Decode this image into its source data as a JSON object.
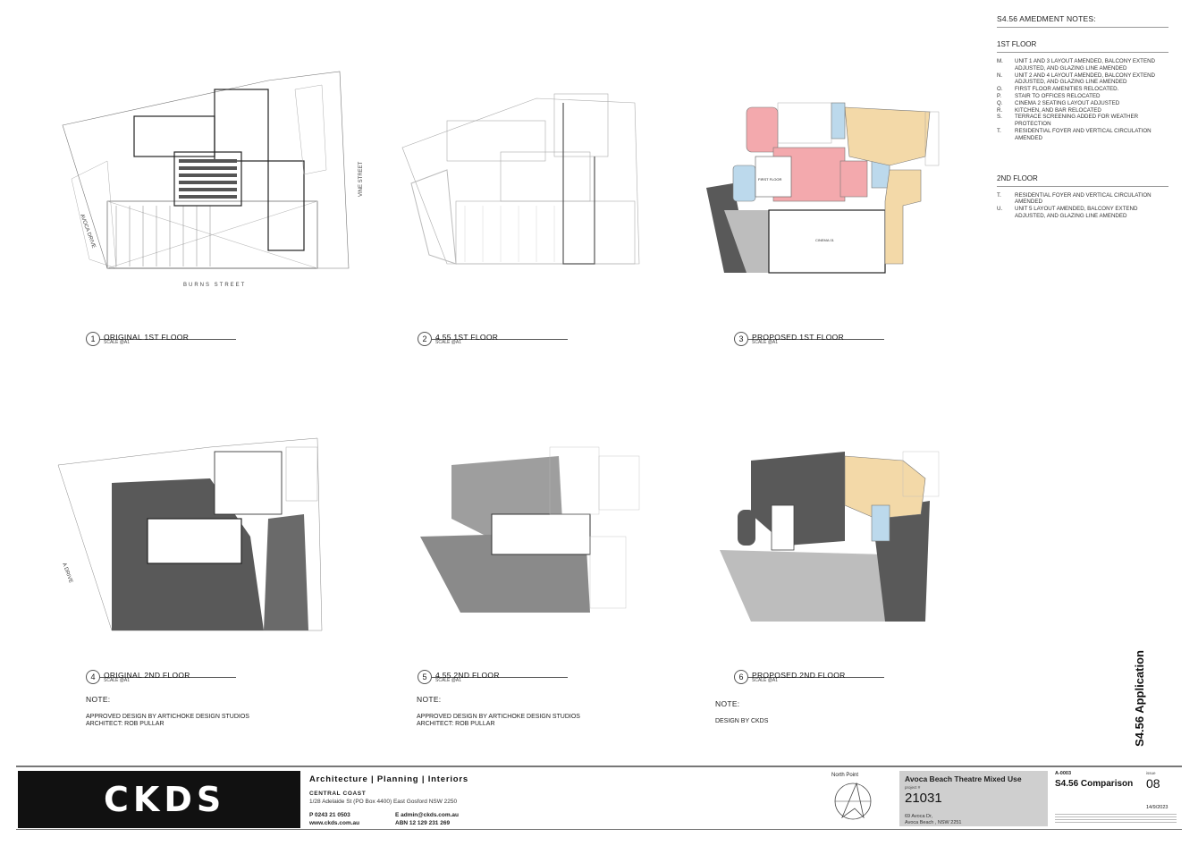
{
  "plans": [
    {
      "num": "1",
      "title": "ORIGINAL 1ST FLOOR",
      "scale": "SCALE @A1",
      "labels": [
        "AVOCA DRIVE",
        "VINE STREET",
        "BURNS STREET"
      ]
    },
    {
      "num": "2",
      "title": "4.55 1ST FLOOR",
      "scale": "SCALE @A1"
    },
    {
      "num": "3",
      "title": "PROPOSED 1ST FLOOR",
      "scale": "SCALE @A1",
      "labels": [
        "FIRST FLOOR",
        "CINEMA 01"
      ]
    },
    {
      "num": "4",
      "title": "ORIGINAL 2ND FLOOR",
      "scale": "SCALE @A1",
      "labels": [
        "A DRIVE"
      ]
    },
    {
      "num": "5",
      "title": "4.55 2ND FLOOR",
      "scale": "SCALE @A1"
    },
    {
      "num": "6",
      "title": "PROPOSED 2ND FLOOR",
      "scale": "SCALE @A1"
    }
  ],
  "notes": [
    {
      "head": "NOTE:",
      "lines": [
        "APPROVED DESIGN BY ARTICHOKE DESIGN STUDIOS",
        "ARCHITECT: ROB PULLAR"
      ]
    },
    {
      "head": "NOTE:",
      "lines": [
        "APPROVED DESIGN BY ARTICHOKE DESIGN STUDIOS",
        "ARCHITECT: ROB PULLAR"
      ]
    },
    {
      "head": "NOTE:",
      "lines": [
        "DESIGN BY CKDS"
      ]
    }
  ],
  "amendment": {
    "title": "S4.56 AMEDMENT NOTES:",
    "first_floor": {
      "heading": "1ST FLOOR",
      "items": [
        {
          "key": "M.",
          "text": "UNIT 1 AND 3 LAYOUT AMENDED, BALCONY EXTEND ADJUSTED, AND GLAZING LINE AMENDED"
        },
        {
          "key": "N.",
          "text": "UNIT 2 AND 4 LAYOUT AMENDED, BALCONY EXTEND ADJUSTED, AND GLAZING LINE AMENDED"
        },
        {
          "key": "O.",
          "text": "FIRST FLOOR AMENITIES RELOCATED."
        },
        {
          "key": "P.",
          "text": "STAIR TO OFFICES RELOCATED"
        },
        {
          "key": "Q.",
          "text": "CINEMA 2 SEATING LAYOUT ADJUSTED"
        },
        {
          "key": "R.",
          "text": "KITCHEN, AND BAR RELOCATED"
        },
        {
          "key": "S.",
          "text": "TERRACE SCREENING ADDED FOR WEATHER PROTECTION"
        },
        {
          "key": "T.",
          "text": "RESIDENTIAL FOYER AND VERTICAL CIRCULATION AMENDED"
        }
      ]
    },
    "second_floor": {
      "heading": "2ND FLOOR",
      "items": [
        {
          "key": "T.",
          "text": "RESIDENTIAL FOYER AND VERTICAL CIRCULATION AMENDED"
        },
        {
          "key": "U.",
          "text": "UNIT 5 LAYOUT AMENDED, BALCONY EXTEND ADJUSTED, AND GLAZING LINE AMENDED"
        }
      ]
    }
  },
  "side_label": "S4.56 Application",
  "titleblock": {
    "logo": "CKDS",
    "firm": "Architecture | Planning | Interiors",
    "office": "CENTRAL COAST",
    "address": "1/28 Adelaide St (PO Box 4400) East Gosford NSW 2250",
    "phone": "P  0243 21 0503",
    "web": "www.ckds.com.au",
    "email": "E  admin@ckds.com.au",
    "abn": "ABN 12 129 231 269",
    "north_label": "North Point",
    "project_name": "Avoca Beach Theatre Mixed Use",
    "project_label": "project #",
    "project_number": "21031",
    "address_line1": "69 Avoca Dr,",
    "address_line2": "Avoca Beach , NSW  2251",
    "drawing_number": "A-0003",
    "drawing_title": "S4.56 Comparison",
    "issue_label": "issue",
    "issue": "08",
    "date": "14/9/2023"
  },
  "colors": {
    "unit_fill": "#f3d9a8",
    "foyer_fill": "#bcd9ec",
    "amenity_fill": "#f3a9ad",
    "roof_dark": "#595959",
    "roof_light": "#bdbdbd",
    "titlebar": "#111111",
    "project_box": "#cfcfcf"
  }
}
